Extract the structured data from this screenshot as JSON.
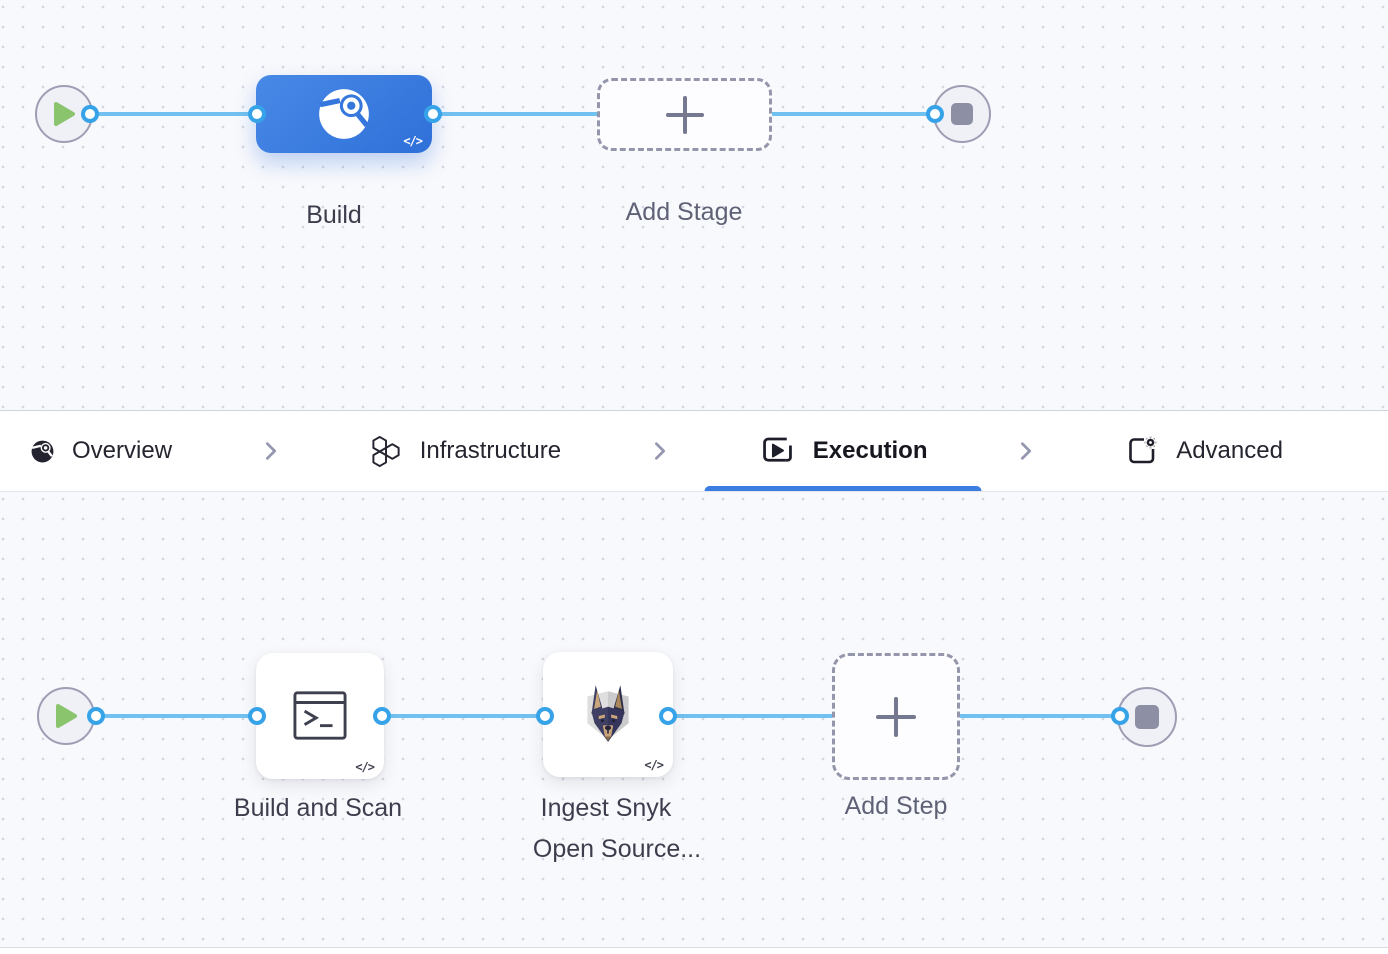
{
  "pipeline": {
    "stages": {
      "build_label": "Build",
      "add_stage_label": "Add Stage",
      "code_badge": "</>"
    },
    "execution": {
      "step1_label": "Build and Scan",
      "step2_label_line1": "Ingest Snyk",
      "step2_label_line2": "Open Source...",
      "add_step_label": "Add Step",
      "code_badge": "</>"
    }
  },
  "tabs": {
    "active_tab": "Execution",
    "items": [
      {
        "label": "Overview",
        "icon": "overview-donut-icon"
      },
      {
        "label": "Infrastructure",
        "icon": "hexagons-icon"
      },
      {
        "label": "Execution",
        "icon": "play-square-icon"
      },
      {
        "label": "Advanced",
        "icon": "gear-square-icon"
      }
    ]
  },
  "colors": {
    "accent_blue": "#3b7de0",
    "stage_blue": "#3577dc",
    "connector_blue": "#70c1ef",
    "port_ring_blue": "#36a3e9",
    "play_green": "#8ac46d",
    "node_gray": "#8d8fa5",
    "canvas_bg": "#f8f9fc"
  }
}
